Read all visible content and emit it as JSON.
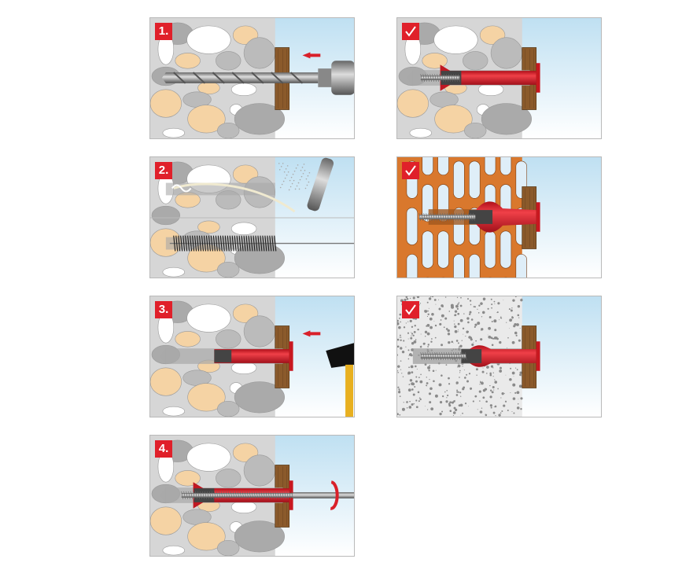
{
  "steps": [
    {
      "label": "1."
    },
    {
      "label": "2."
    },
    {
      "label": "3."
    },
    {
      "label": "4."
    }
  ],
  "results": [
    {
      "icon": "checkmark-icon",
      "material": "concrete"
    },
    {
      "icon": "checkmark-icon",
      "material": "perforated-brick"
    },
    {
      "icon": "checkmark-icon",
      "material": "aerated-concrete"
    }
  ],
  "colors": {
    "anchor_red": "#d9202a",
    "badge_red": "#e0202a",
    "brick": "#d9782d",
    "wood": "#8b5a2b",
    "sky": "#bfe0f2"
  }
}
